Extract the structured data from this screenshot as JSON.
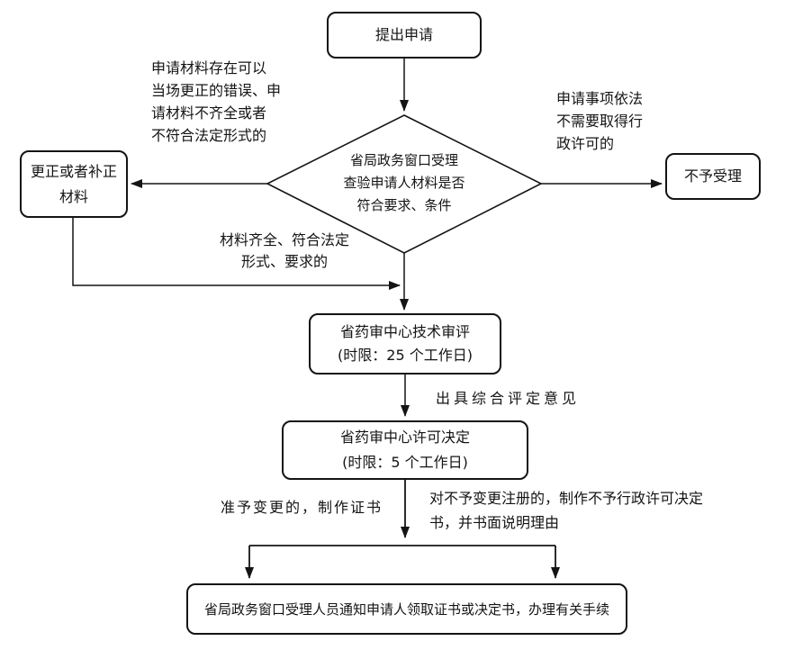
{
  "colors": {
    "background": "#ffffff",
    "line": "#141414",
    "text": "#141414"
  },
  "nodes": {
    "start": {
      "label": "提出申请"
    },
    "decision": {
      "line1": "省局政务窗口受理",
      "line2": "查验申请人材料是否",
      "line3": "符合要求、条件"
    },
    "correct": {
      "line1": "更正或者补正",
      "line2": "材料"
    },
    "reject": {
      "label": "不予受理"
    },
    "tech_review": {
      "line1": "省药审中心技术审评",
      "line2": "(时限：25 个工作日)"
    },
    "license_decision": {
      "line1": "省药审中心许可决定",
      "line2": "(时限：5 个工作日)"
    },
    "final": {
      "label": "省局政务窗口受理人员通知申请人领取证书或决定书，办理有关手续"
    }
  },
  "annotations": {
    "correctable_error": {
      "line1": "申请材料存在可以",
      "line2": "当场更正的错误、申",
      "line3": "请材料不齐全或者",
      "line4": "不符合法定形式的"
    },
    "no_license_needed": {
      "line1": "申请事项依法",
      "line2": "不需要取得行",
      "line3": "政许可的"
    },
    "materials_complete": {
      "line1": "材料齐全、符合法定",
      "line2": "形式、要求的"
    },
    "evaluation_opinion": {
      "label": "出具综合评定意见"
    },
    "approve_change": {
      "label": "准予变更的，制作证书"
    },
    "deny_change": {
      "line1": "对不予变更注册的，制作不予行政许可决定",
      "line2": "书，并书面说明理由"
    }
  }
}
